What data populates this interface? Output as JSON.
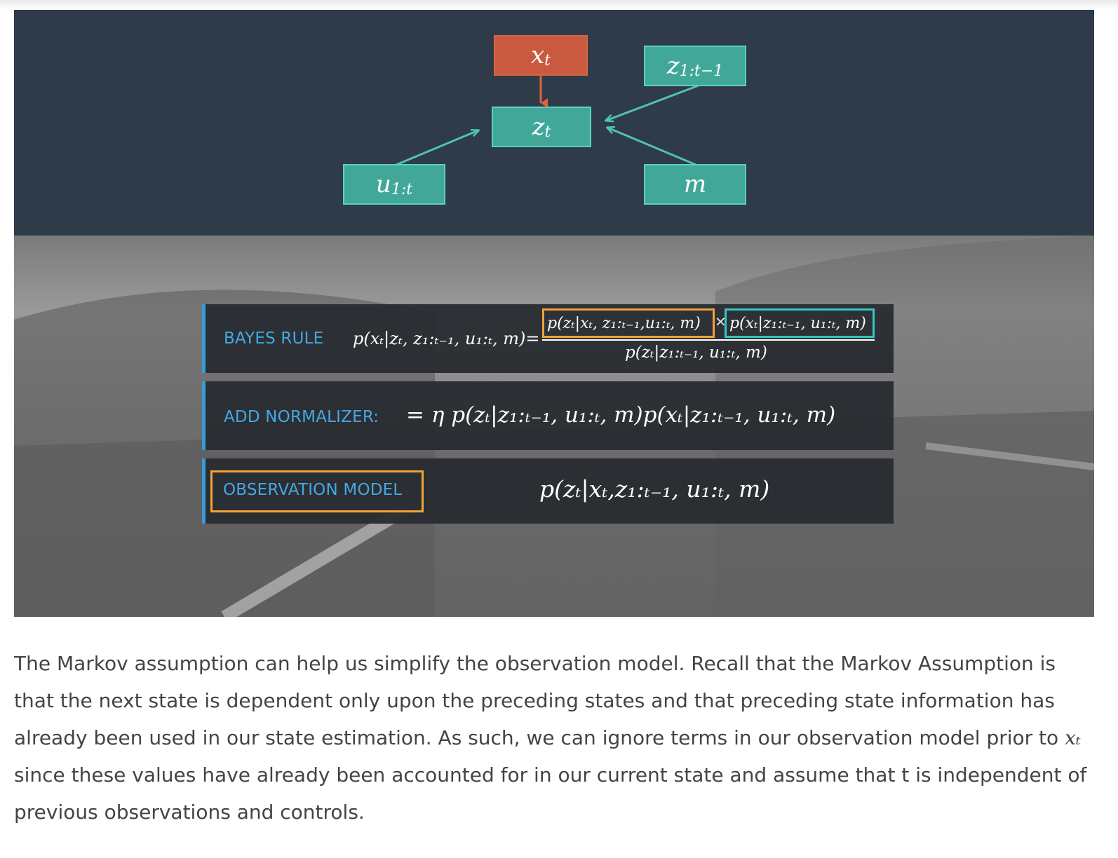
{
  "diagram": {
    "nodes": {
      "xt": {
        "base": "x",
        "sub": "t"
      },
      "zt": {
        "base": "z",
        "sub": "t"
      },
      "z_hist": {
        "base": "z",
        "sub": "1:t−1"
      },
      "u": {
        "base": "u",
        "sub": "1:t"
      },
      "m": {
        "base": "m",
        "sub": ""
      }
    },
    "colors": {
      "background": "#2f3b48",
      "teal": "#41a899",
      "red": "#c95a3f",
      "arrow_teal": "#4fc2b2",
      "arrow_red": "#e0603f"
    }
  },
  "rows": {
    "bayes": {
      "label": "BAYES RULE",
      "lhs": "p(xₜ|zₜ, z₁:ₜ₋₁, u₁:ₜ, m)=",
      "numerator_left": "p(zₜ|xₜ, z₁:ₜ₋₁,u₁:ₜ, m)",
      "times": "×",
      "numerator_right": "p(xₜ|z₁:ₜ₋₁, u₁:ₜ, m)",
      "denominator": "p(zₜ|z₁:ₜ₋₁, u₁:ₜ, m)"
    },
    "normalizer": {
      "label": "ADD NORMALIZER:",
      "expr": "= η p(zₜ|z₁:ₜ₋₁, u₁:ₜ, m)p(xₜ|z₁:ₜ₋₁, u₁:ₜ, m)"
    },
    "observation": {
      "label": "OBSERVATION MODEL",
      "expr": "p(zₜ|xₜ,z₁:ₜ₋₁, u₁:ₜ, m)"
    },
    "colors": {
      "label_blue": "#43a8e4",
      "highlight_orange": "#f2a23a",
      "highlight_teal": "#35c6c0"
    }
  },
  "paragraph": {
    "part1": "The Markov assumption can help us simplify the observation model. Recall that the Markov Assumption is that the next state is dependent only upon the preceding states and that preceding state information has already been used in our state estimation. As such, we can ignore terms in our observation model prior to ",
    "math": "xₜ",
    "part2": " since these values have already been accounted for in our current state and assume that t is independent of previous observations and controls."
  }
}
